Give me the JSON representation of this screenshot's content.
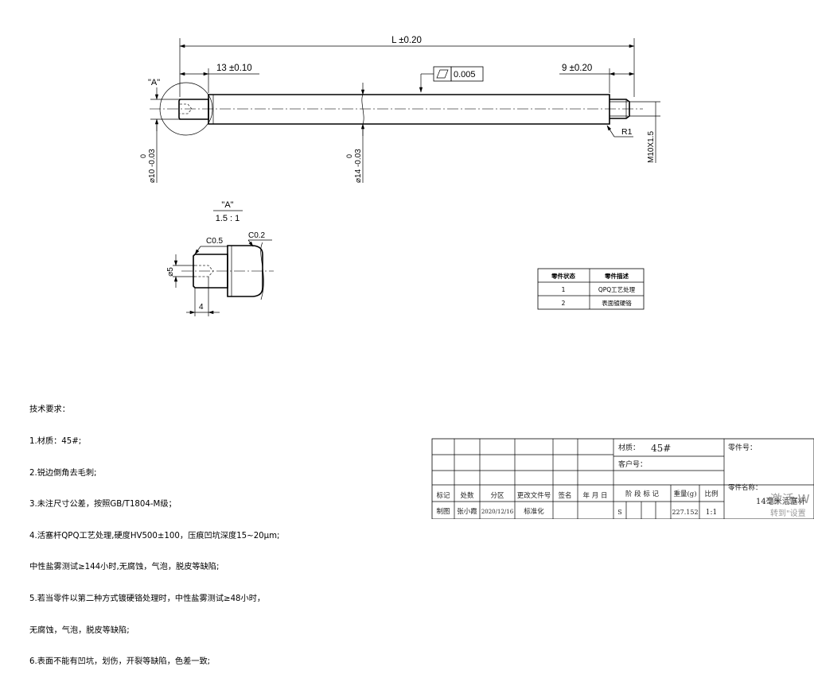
{
  "main_view": {
    "overall_length": "L ±0.20",
    "left_step_length": "13 ±0.10",
    "right_step_length": "9 ±0.20",
    "straightness_value": "0.005",
    "detail_ref": "\"A\"",
    "left_diameter": "⌀10 -0.03",
    "left_diameter_upper": "0",
    "body_diameter": "⌀14 -0.03",
    "body_diameter_upper": "0",
    "fillet": "R1",
    "thread": "M10X1.5"
  },
  "detail_view": {
    "title": "\"A\"",
    "scale": "1.5 : 1",
    "chamfer_a": "C0.5",
    "chamfer_b": "C0.2",
    "hole_diameter": "⌀5",
    "hole_depth": "4"
  },
  "status_table": {
    "headers": [
      "零件状态",
      "零件描述"
    ],
    "rows": [
      [
        "1",
        "QPQ工艺处理"
      ],
      [
        "2",
        "表面镀硬铬"
      ]
    ]
  },
  "tech_requirements": {
    "title": "技术要求：",
    "lines": [
      "1.材质：45#;",
      "2.锐边倒角去毛刺;",
      "3.未注尺寸公差，按照GB/T1804-M级；",
      "4.活塞杆QPQ工艺处理,硬度HV500±100，压痕凹坑深度15~20μm;",
      "中性盐雾测试≥144小时,无腐蚀，气泡，脱皮等缺陷;",
      "5.若当零件以第二种方式镀硬铬处理时，中性盐雾测试≥48小时，",
      "无腐蚀，气泡，脱皮等缺陷;",
      "6.表面不能有凹坑，划伤，开裂等缺陷，色差一致;"
    ]
  },
  "title_block": {
    "material_label": "材质：",
    "material_value": "45#",
    "part_no_label": "零件号：",
    "customer_label": "客户号：",
    "headers": [
      "标记",
      "处数",
      "分区",
      "更改文件号",
      "签名",
      "年 月 日"
    ],
    "stage_mark_label": "阶 段 标 记",
    "weight_label": "重量(g)",
    "scale_label": "比例",
    "part_name_label": "零件名称：",
    "part_name_value": "14毫米活塞杆",
    "drafter_label": "制图",
    "drafter_name": "张小霞",
    "date": "2020/12/16",
    "standardization_label": "标准化",
    "stage_value": "S",
    "weight_value": "227.152",
    "scale_value": "1:1",
    "watermark_line1": "激活 W",
    "watermark_line2": "转到\"设置"
  }
}
